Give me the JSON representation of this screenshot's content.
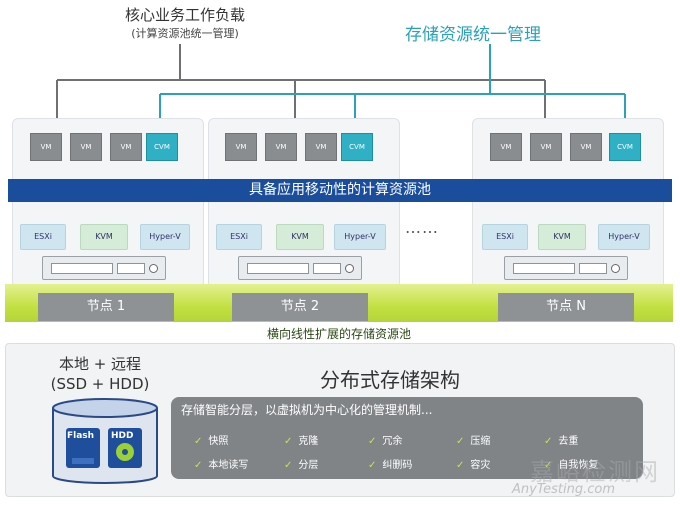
{
  "header": {
    "core_workload": "核心业务工作负载",
    "core_workload_sub": "(计算资源池统一管理)",
    "storage_mgmt": "存储资源统一管理"
  },
  "nodes": {
    "vm_label": "VM",
    "cvm_label": "CVM",
    "hypervisors": [
      "ESXi",
      "KVM",
      "Hyper-V"
    ],
    "labels": [
      "节点 1",
      "节点 2",
      "节点 N"
    ],
    "ellipsis": "……"
  },
  "compute_pool": "具备应用移动性的计算资源池",
  "storage_pool": "横向线性扩展的存储资源池",
  "bottom": {
    "local_remote_line1": "本地 + 远程",
    "local_remote_line2": "(SSD + HDD)",
    "flash": "Flash",
    "hdd": "HDD",
    "title": "分布式存储架构",
    "feature_head": "存储智能分层，以虚拟机为中心化的管理机制...",
    "features_row1": [
      "快照",
      "克隆",
      "冗余",
      "压缩",
      "去重"
    ],
    "features_row2": [
      "本地读写",
      "分层",
      "纠删码",
      "容灾",
      "自我恢复"
    ]
  },
  "watermark": {
    "cn": "嘉峪检测网",
    "en": "AnyTesting.com"
  },
  "colors": {
    "gray_arrow": "#6e7174",
    "teal_arrow": "#2aa2b8",
    "pool_blue": "#1a4d9c",
    "green_band": "#c3e041",
    "vm_gray": "#8a8d90",
    "cvm_teal": "#2fb0c4"
  }
}
